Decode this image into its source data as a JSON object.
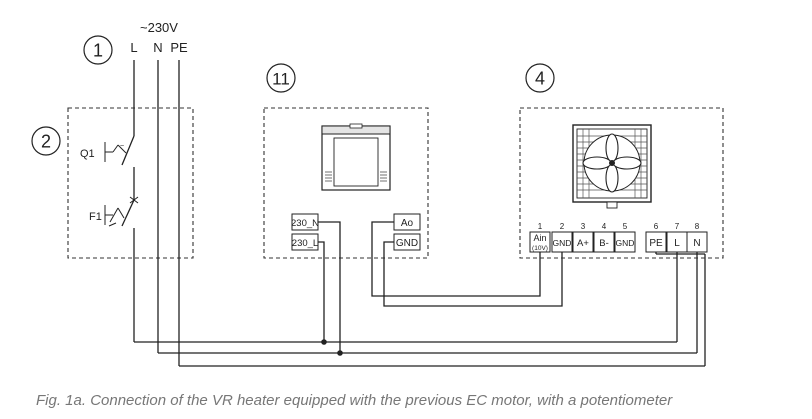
{
  "supply": {
    "voltage": "~230V",
    "conductors": [
      "L",
      "N",
      "PE"
    ]
  },
  "blocks": {
    "supply_marker": "1",
    "switchgear_marker": "2",
    "controller_marker": "11",
    "motor_marker": "4"
  },
  "switchgear": {
    "switch": "Q1",
    "fuse": "F1"
  },
  "controller": {
    "power_terminals": [
      "230_N",
      "230_L"
    ],
    "signal_terminals": [
      "Ao",
      "GND"
    ]
  },
  "motor": {
    "terminals": [
      {
        "number": "1",
        "label": "Ain",
        "sublabel": "(10V)"
      },
      {
        "number": "2",
        "label": "GND"
      },
      {
        "number": "3",
        "label": "A+"
      },
      {
        "number": "4",
        "label": "B-"
      },
      {
        "number": "5",
        "label": "GND"
      },
      {
        "number": "6",
        "label": "PE"
      },
      {
        "number": "7",
        "label": "L"
      },
      {
        "number": "8",
        "label": "N"
      }
    ]
  },
  "caption": "Fig. 1a. Connection of the VR heater equipped with the previous EC motor, with a potentiometer"
}
